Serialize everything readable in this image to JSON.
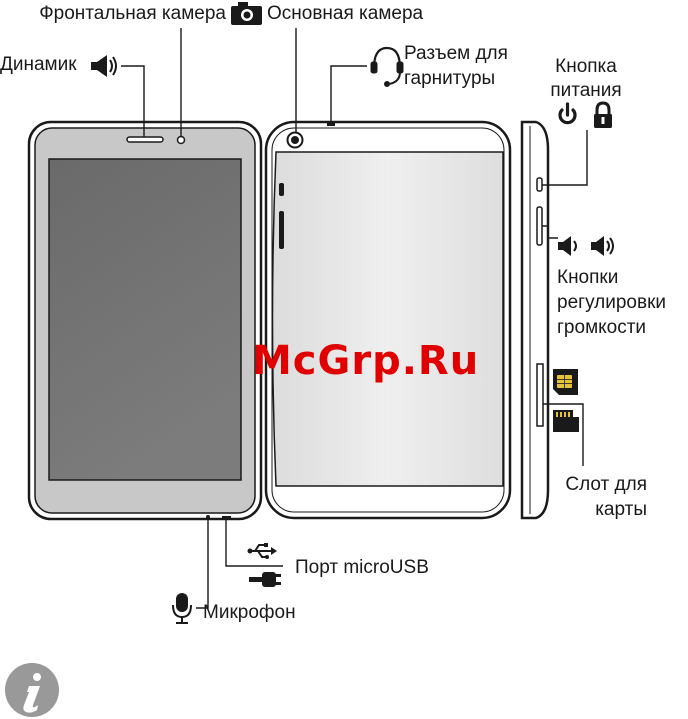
{
  "labels": {
    "front_camera": "Фронтальная камера",
    "main_camera": "Основная камера",
    "speaker": "Динамик",
    "headset_line1": "Разъем для",
    "headset_line2": "гарнитуры",
    "power_line1": "Кнопка",
    "power_line2": "питания",
    "volume_line1": "Кнопки",
    "volume_line2": "регулировки",
    "volume_line3": "громкости",
    "card_line1": "Слот для",
    "card_line2": "карты",
    "usb_port": "Порт microUSB",
    "microphone": "Микрофон"
  },
  "watermark": "McGrp.Ru",
  "icons": {
    "camera": "camera-icon",
    "speaker": "speaker-icon",
    "headset": "headset-icon",
    "power": "power-icon",
    "lock": "lock-icon",
    "volume_down": "volume-down-icon",
    "volume_up": "volume-up-icon",
    "sim": "sim-card-icon",
    "sd": "sd-card-icon",
    "usb": "usb-icon",
    "charger": "charger-plug-icon",
    "microphone": "microphone-icon",
    "info": "info-icon"
  },
  "colors": {
    "ink": "#1a1a1a",
    "device_body": "#ffffff",
    "front_bezel": "#c8c8c8",
    "screen": "#707070",
    "back_panel": "#e6e6e6",
    "watermark": "#e00000"
  }
}
